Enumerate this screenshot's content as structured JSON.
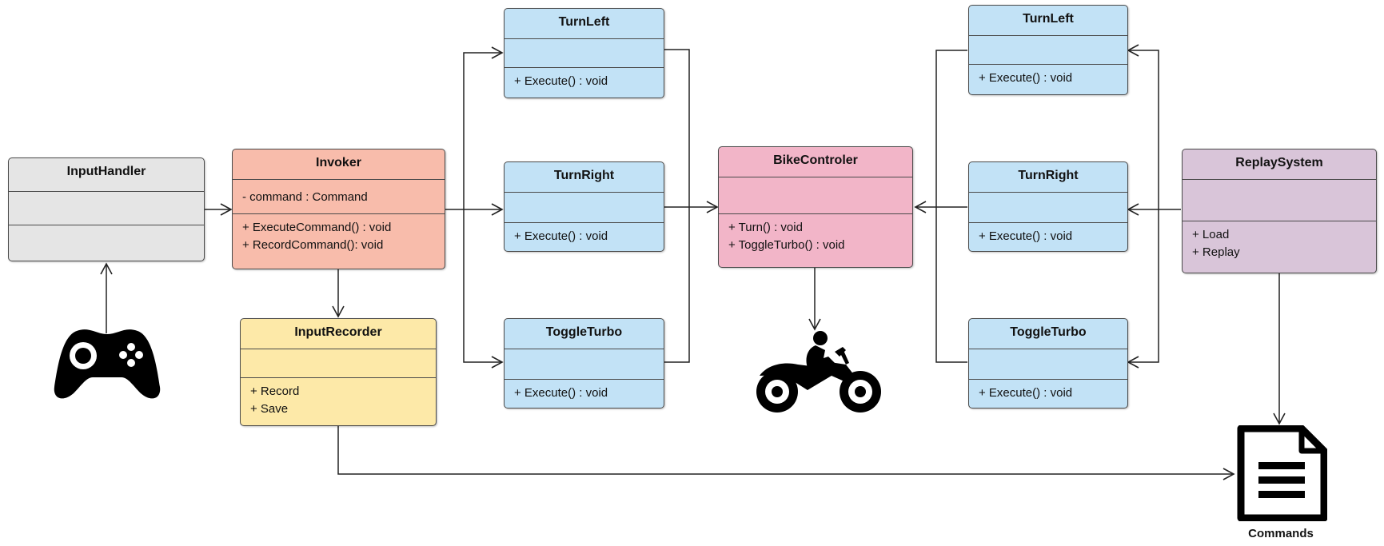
{
  "colors": {
    "grey": "#e5e5e5",
    "salmon": "#f8bcab",
    "yellow": "#fde9a8",
    "blue": "#c2e2f6",
    "pink": "#f2b5c8",
    "purple": "#d9c5d9",
    "line": "#222222"
  },
  "classes": {
    "input_handler": {
      "name": "InputHandler",
      "attributes": [],
      "methods": []
    },
    "invoker": {
      "name": "Invoker",
      "attributes": [
        "- command : Command"
      ],
      "methods": [
        "+ ExecuteCommand() : void",
        "+ RecordCommand(): void"
      ]
    },
    "input_recorder": {
      "name": "InputRecorder",
      "attributes": [],
      "methods": [
        "+ Record",
        "+ Save"
      ]
    },
    "turn_left_a": {
      "name": "TurnLeft",
      "attributes": [],
      "methods": [
        "+ Execute() : void"
      ]
    },
    "turn_right_a": {
      "name": "TurnRight",
      "attributes": [],
      "methods": [
        "+ Execute() : void"
      ]
    },
    "toggle_turbo_a": {
      "name": "ToggleTurbo",
      "attributes": [],
      "methods": [
        "+ Execute() : void"
      ]
    },
    "bike_controller": {
      "name": "BikeControler",
      "attributes": [],
      "methods": [
        "+ Turn() : void",
        "+ ToggleTurbo() : void"
      ]
    },
    "turn_left_b": {
      "name": "TurnLeft",
      "attributes": [],
      "methods": [
        "+ Execute() : void"
      ]
    },
    "turn_right_b": {
      "name": "TurnRight",
      "attributes": [],
      "methods": [
        "+ Execute() : void"
      ]
    },
    "toggle_turbo_b": {
      "name": "ToggleTurbo",
      "attributes": [],
      "methods": [
        "+ Execute() : void"
      ]
    },
    "replay_system": {
      "name": "ReplaySystem",
      "attributes": [],
      "methods": [
        "+ Load",
        "+ Replay"
      ]
    }
  },
  "icons": {
    "gamepad": "gamepad-icon",
    "motorcycle": "motorcycle-icon",
    "document": "document-icon"
  },
  "labels": {
    "commands": "Commands"
  }
}
